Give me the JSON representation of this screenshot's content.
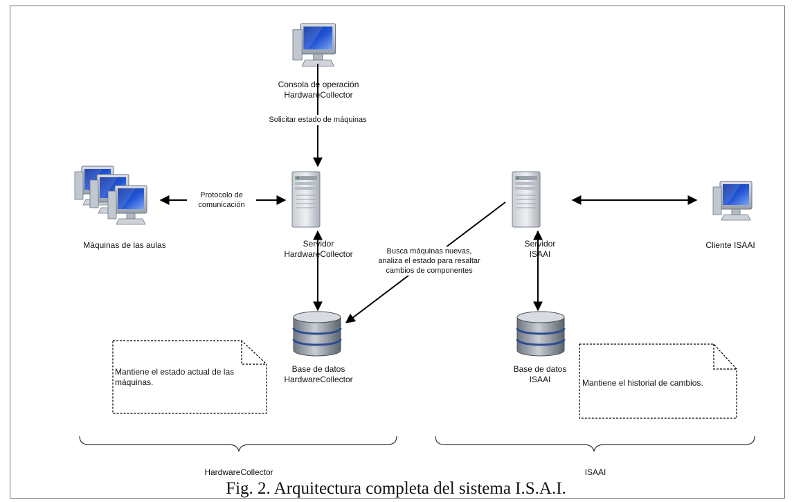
{
  "nodes": {
    "console": {
      "label_line1": "Consola de operación",
      "label_line2": "HardwareCollector"
    },
    "machines": {
      "label": "Máquinas de las aulas"
    },
    "hc_server": {
      "label_line1": "Servidor",
      "label_line2": "HardwareCollector"
    },
    "isaai_server": {
      "label_line1": "Servidor",
      "label_line2": "ISAAI"
    },
    "isaai_client": {
      "label": "Cliente ISAAI"
    },
    "hc_db": {
      "label_line1": "Base de datos",
      "label_line2": "HardwareCollector"
    },
    "isaai_db": {
      "label_line1": "Base de datos",
      "label_line2": "ISAAI"
    }
  },
  "edges": {
    "console_to_server": "Solicitar estado de máquinas",
    "protocol_line1": "Protocolo de",
    "protocol_line2": "comunicación",
    "scan_line1": "Busca máquinas nuevas,",
    "scan_line2": "analiza el estado para resaltar",
    "scan_line3": "cambios de componentes"
  },
  "notes": {
    "hc_note_line1": "Mantiene el estado actual de las",
    "hc_note_line2": "máquinas.",
    "isaai_note": "Mantiene el historial de cambios."
  },
  "groups": {
    "hc": "HardwareCollector",
    "isaai": "ISAAI"
  },
  "caption": "Fig. 2. Arquitectura completa del sistema I.S.A.I."
}
